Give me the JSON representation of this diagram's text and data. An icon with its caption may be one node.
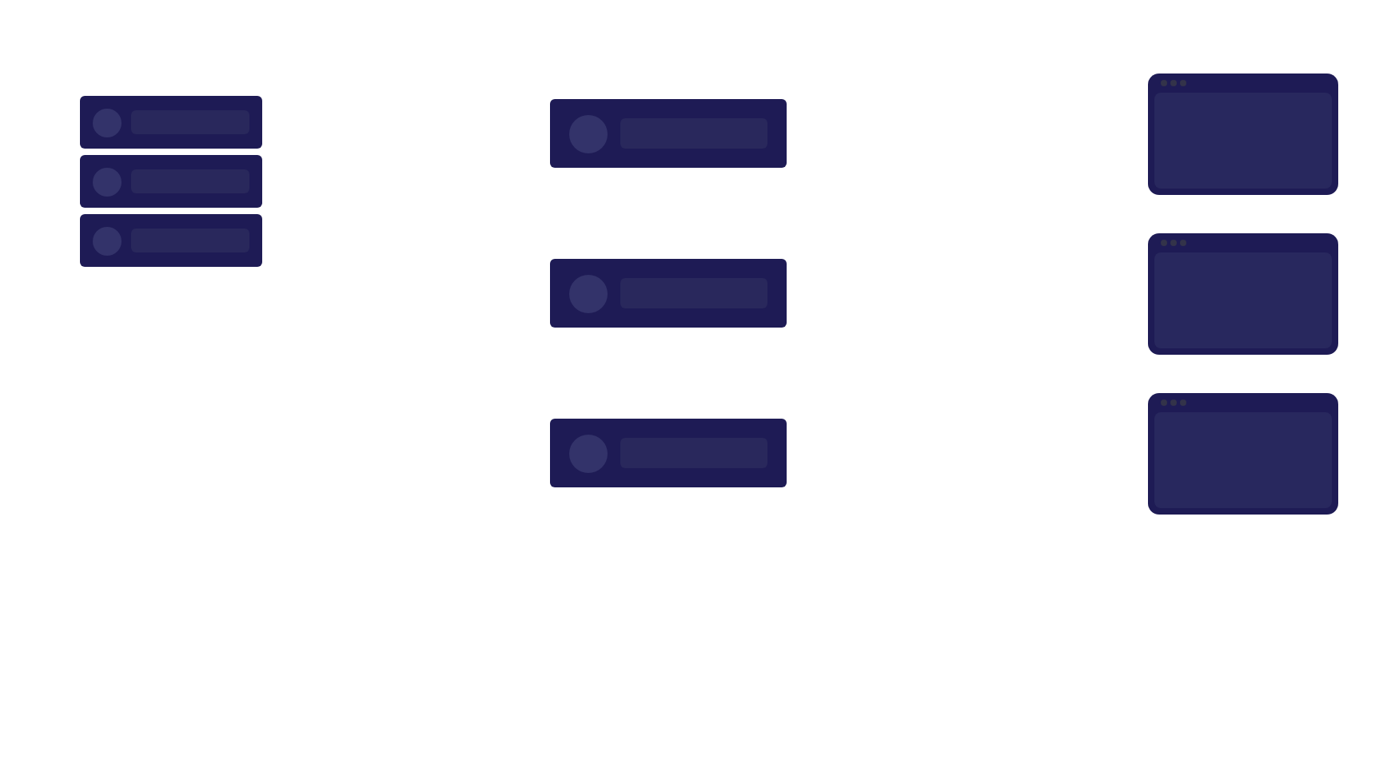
{
  "diagram": {
    "nodes": [
      {
        "text": [],
        "shape": "bar"
      },
      {
        "text": [],
        "shape": "bar"
      },
      {
        "text": [],
        "shape": "bar"
      },
      {
        "text": [],
        "shape": "bar"
      },
      {
        "text": [],
        "shape": "bar"
      },
      {
        "text": [],
        "shape": "bar"
      },
      {
        "text": [],
        "shape": "box"
      },
      {
        "text": [],
        "shape": "box"
      },
      {
        "text": [],
        "shape": "box"
      }
    ]
  }
}
